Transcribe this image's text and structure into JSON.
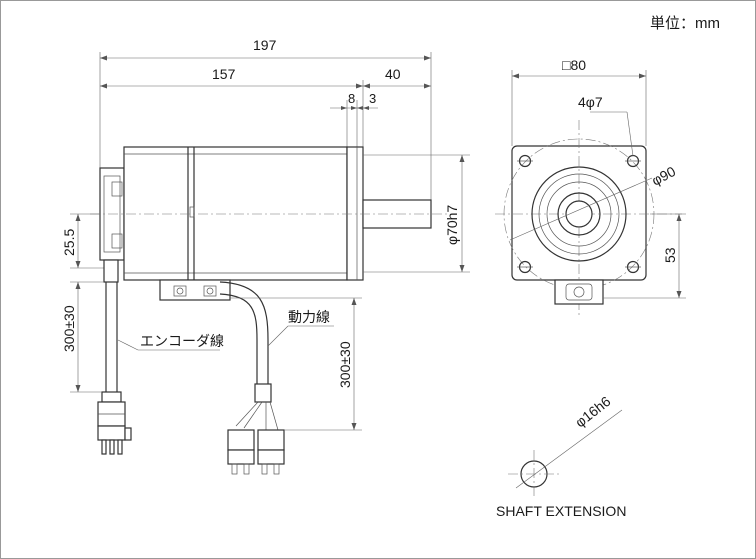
{
  "unit_label": "単位：mm",
  "dimensions": {
    "total_length": "197",
    "body_length": "157",
    "shaft_length": "40",
    "flange_8": "8",
    "flange_3": "3",
    "square_flange": "□80",
    "hole_spec": "4φ7",
    "pcd": "φ90",
    "pilot": "φ70h7",
    "center_height_25": "25.5",
    "cable_left": "300±30",
    "cable_right": "300±30",
    "height_53": "53",
    "shaft_dia": "φ16h6"
  },
  "labels": {
    "encoder_cable": "エンコーダ線",
    "power_cable": "動力線",
    "shaft_extension": "SHAFT EXTENSION"
  }
}
